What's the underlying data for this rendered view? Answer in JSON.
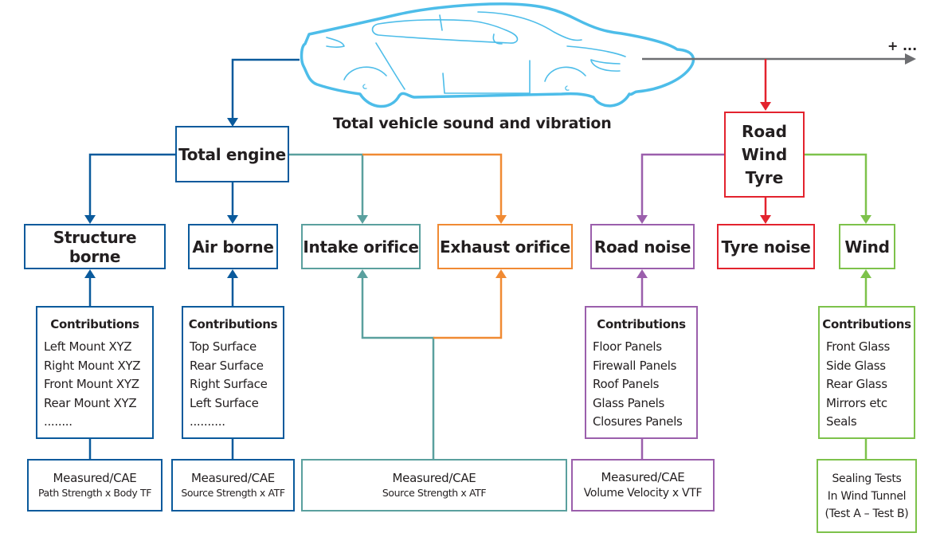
{
  "colors": {
    "car": "#4dbde9",
    "engine": "#0a5a9c",
    "intake": "#5aa09e",
    "exhaust": "#f08a33",
    "road": "#9b5fac",
    "tyre": "#e3232e",
    "wind": "#7dc24b",
    "other": "#6d6e71"
  },
  "vehicle": {
    "caption": "Total vehicle sound and vibration",
    "more_label": "+ ..."
  },
  "nodes": {
    "total_engine": "Total engine",
    "road_wind_tyre": [
      "Road",
      "Wind",
      "Tyre"
    ],
    "structure_borne": "Structure borne",
    "air_borne": "Air borne",
    "intake_orifice": "Intake orifice",
    "exhaust_orifice": "Exhaust orifice",
    "road_noise": "Road noise",
    "tyre_noise": "Tyre noise",
    "wind": "Wind"
  },
  "contributions": {
    "structure": {
      "heading": "Contributions",
      "items": [
        "Left Mount XYZ",
        "Right Mount XYZ",
        "Front Mount XYZ",
        "Rear Mount XYZ",
        "........"
      ]
    },
    "air": {
      "heading": "Contributions",
      "items": [
        "Top Surface",
        "Rear Surface",
        "Right Surface",
        "Left Surface",
        ".........."
      ]
    },
    "road": {
      "heading": "Contributions",
      "items": [
        "Floor Panels",
        "Firewall Panels",
        "Roof Panels",
        "Glass Panels",
        "Closures Panels"
      ]
    },
    "wind": {
      "heading": "Contributions",
      "items": [
        "Front Glass",
        "Side Glass",
        "Rear Glass",
        "Mirrors etc",
        "Seals"
      ]
    }
  },
  "methods": {
    "structure": [
      "Measured/CAE",
      "Path Strength x Body TF"
    ],
    "air": [
      "Measured/CAE",
      "Source Strength x ATF"
    ],
    "orifice": [
      "Measured/CAE",
      "Source Strength x ATF"
    ],
    "road": [
      "Measured/CAE",
      "Volume Velocity x VTF"
    ],
    "wind": [
      "Sealing Tests",
      "In Wind Tunnel",
      "(Test A – Test B)"
    ]
  }
}
